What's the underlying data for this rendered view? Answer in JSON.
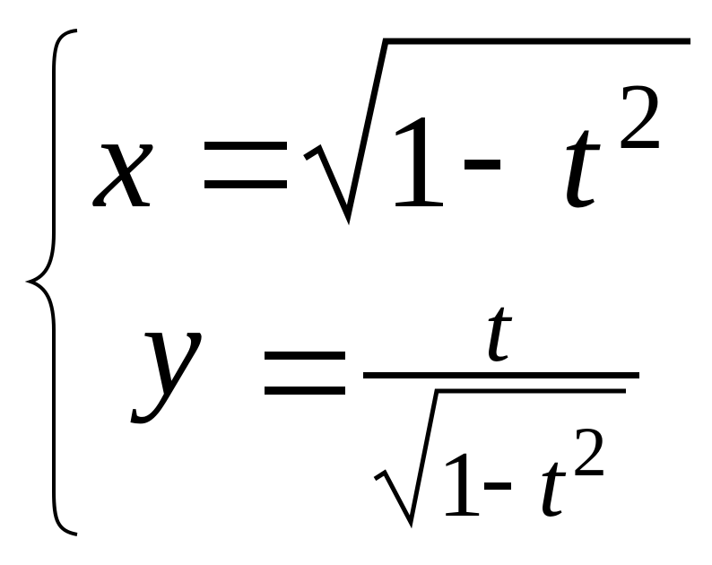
{
  "system": {
    "brace": "{",
    "eq1": {
      "lhs": "x",
      "equals": "=",
      "radical": {
        "one": "1",
        "minus": "-",
        "var": "t",
        "exp": "2"
      }
    },
    "eq2": {
      "lhs": "y",
      "equals": "=",
      "numerator": "t",
      "denominator": {
        "one": "1",
        "minus": "-",
        "var": "t",
        "exp": "2"
      }
    }
  }
}
